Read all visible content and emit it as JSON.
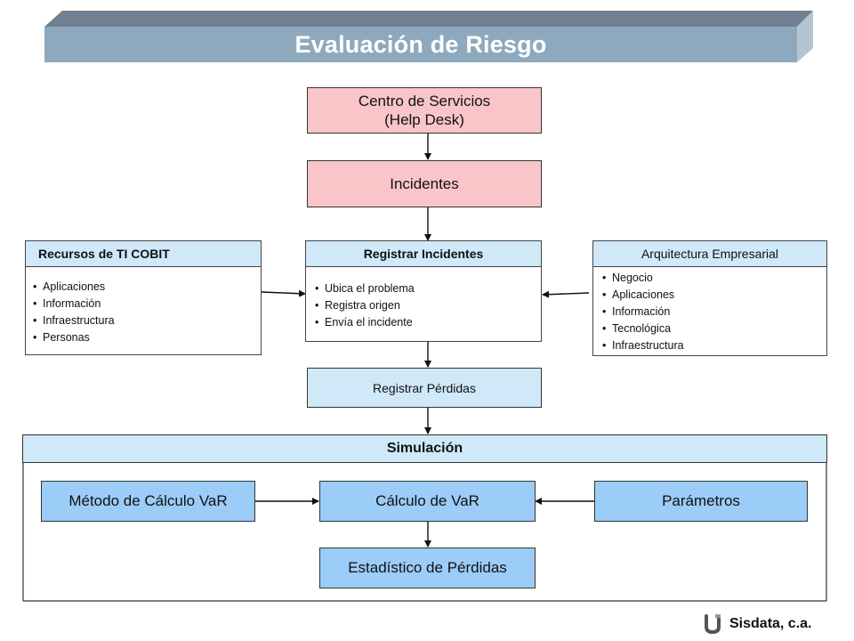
{
  "header": {
    "title": "Evaluación de Riesgo"
  },
  "diagram": {
    "centro": {
      "line1": "Centro  de Servicios",
      "line2": "(Help Desk)"
    },
    "incidentes": "Incidentes",
    "recursos": {
      "title": "Recursos de TI  COBIT",
      "items": [
        "Aplicaciones",
        "Información",
        "Infraestructura",
        "Personas"
      ]
    },
    "registrar_incidentes": {
      "title": "Registrar  Incidentes",
      "items": [
        "Ubica el problema",
        "Registra origen",
        "Envía el  incidente"
      ]
    },
    "arquitectura": {
      "title": "Arquitectura Empresarial",
      "items": [
        "Negocio",
        "Aplicaciones",
        "Información",
        "Tecnológica",
        "Infraestructura"
      ]
    },
    "registrar_perdidas": "Registrar Pérdidas",
    "simulacion": {
      "title": "Simulación",
      "metodo": "Método de Cálculo VaR",
      "calculo": "Cálculo de VaR",
      "parametros": "Parámetros",
      "estadistico": "Estadístico de Pérdidas"
    }
  },
  "footer": {
    "company": "Sisdata, c.a."
  },
  "colors": {
    "banner_face": "#8ea9bd",
    "banner_top": "#6f8090",
    "pink_box": "#f9c5c8",
    "light_blue_box": "#cfe9f8",
    "mid_blue_box": "#9cccf8"
  }
}
